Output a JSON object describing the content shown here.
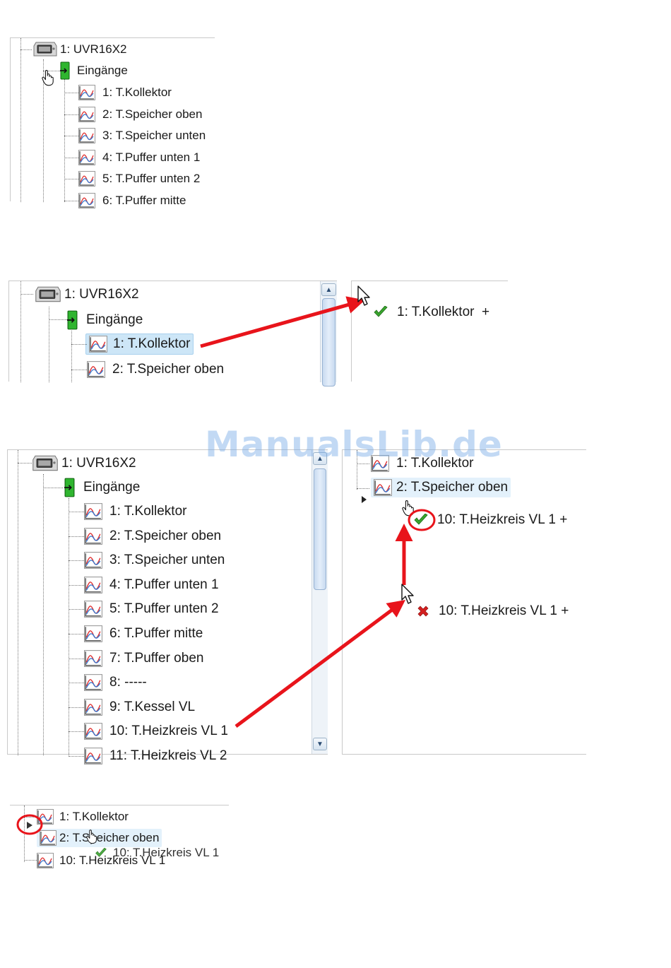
{
  "panel1": {
    "tree": {
      "device": "1: UVR16X2",
      "group": "Eingänge",
      "items": [
        "1: T.Kollektor",
        "2: T.Speicher oben",
        "3: T.Speicher unten",
        "4: T.Puffer unten 1",
        "5: T.Puffer unten 2",
        "6: T.Puffer mitte"
      ]
    }
  },
  "panel2": {
    "tree": {
      "device": "1: UVR16X2",
      "group": "Eingänge",
      "items": [
        "1: T.Kollektor",
        "2: T.Speicher oben"
      ]
    },
    "target": {
      "drop_label": "1: T.Kollektor  +"
    }
  },
  "panel3": {
    "tree": {
      "device": "1: UVR16X2",
      "group": "Eingänge",
      "items": [
        "1: T.Kollektor",
        "2: T.Speicher oben",
        "3: T.Speicher unten",
        "4: T.Puffer unten 1",
        "5: T.Puffer unten 2",
        "6: T.Puffer mitte",
        "7: T.Puffer oben",
        "8: -----",
        "9: T.Kessel VL",
        "10: T.Heizkreis VL 1",
        "11: T.Heizkreis VL 2"
      ]
    },
    "target": {
      "items": [
        "1: T.Kollektor",
        "2: T.Speicher oben"
      ],
      "drop_ok_label": "10: T.Heizkreis VL 1 +",
      "drop_bad_label": "10: T.Heizkreis VL 1 +"
    }
  },
  "panel4": {
    "items": [
      "1: T.Kollektor",
      "2: T.Speicher oben",
      "10: T.Heizkreis VL 1"
    ],
    "drag_ghost": "10: T.Heizkreis VL 1"
  },
  "watermark": "ManualsLib.de",
  "colors": {
    "selection": "#cde6f7",
    "arrow": "#e8141b",
    "check": "#3aa52e",
    "cross": "#d42020",
    "input_icon": "#2fb52f"
  },
  "icons": [
    "device-icon",
    "input-icon",
    "graph-icon",
    "check-icon",
    "cross-icon",
    "cursor-arrow-icon",
    "cursor-hand-icon",
    "expand-triangle-icon"
  ]
}
